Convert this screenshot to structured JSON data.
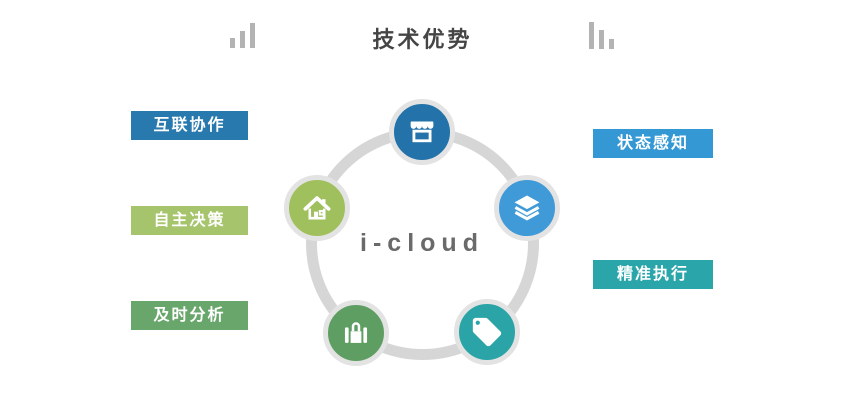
{
  "title": {
    "text": "技术优势",
    "color": "#454545"
  },
  "center": {
    "label": "i-cloud",
    "color": "#6a6a6a"
  },
  "decorations": {
    "left_bars": {
      "name": "bar-chart-ascending-icon",
      "color": "#b3b3b3"
    },
    "right_bars": {
      "name": "bar-chart-descending-icon",
      "color": "#b3b3b3"
    }
  },
  "ring": {
    "color": "#d6d6d6",
    "node_halo_color": "#e3e3e3"
  },
  "nodes": [
    {
      "icon": "storefront-icon",
      "color": "#2373aa",
      "position": "top"
    },
    {
      "icon": "layers-icon",
      "color": "#3f9ad7",
      "position": "right"
    },
    {
      "icon": "tag-icon",
      "color": "#2aa4a6",
      "position": "bottom-right"
    },
    {
      "icon": "briefcase-icon",
      "color": "#5f9e62",
      "position": "bottom-left"
    },
    {
      "icon": "home-icon",
      "color": "#a0c05e",
      "position": "left"
    }
  ],
  "labels_left": [
    {
      "text": "互联协作",
      "color": "#2879ae"
    },
    {
      "text": "自主决策",
      "color": "#a6c46b"
    },
    {
      "text": "及时分析",
      "color": "#69a66b"
    }
  ],
  "labels_right": [
    {
      "text": "状态感知",
      "color": "#3498d5"
    },
    {
      "text": "精准执行",
      "color": "#2aa6ab"
    }
  ]
}
